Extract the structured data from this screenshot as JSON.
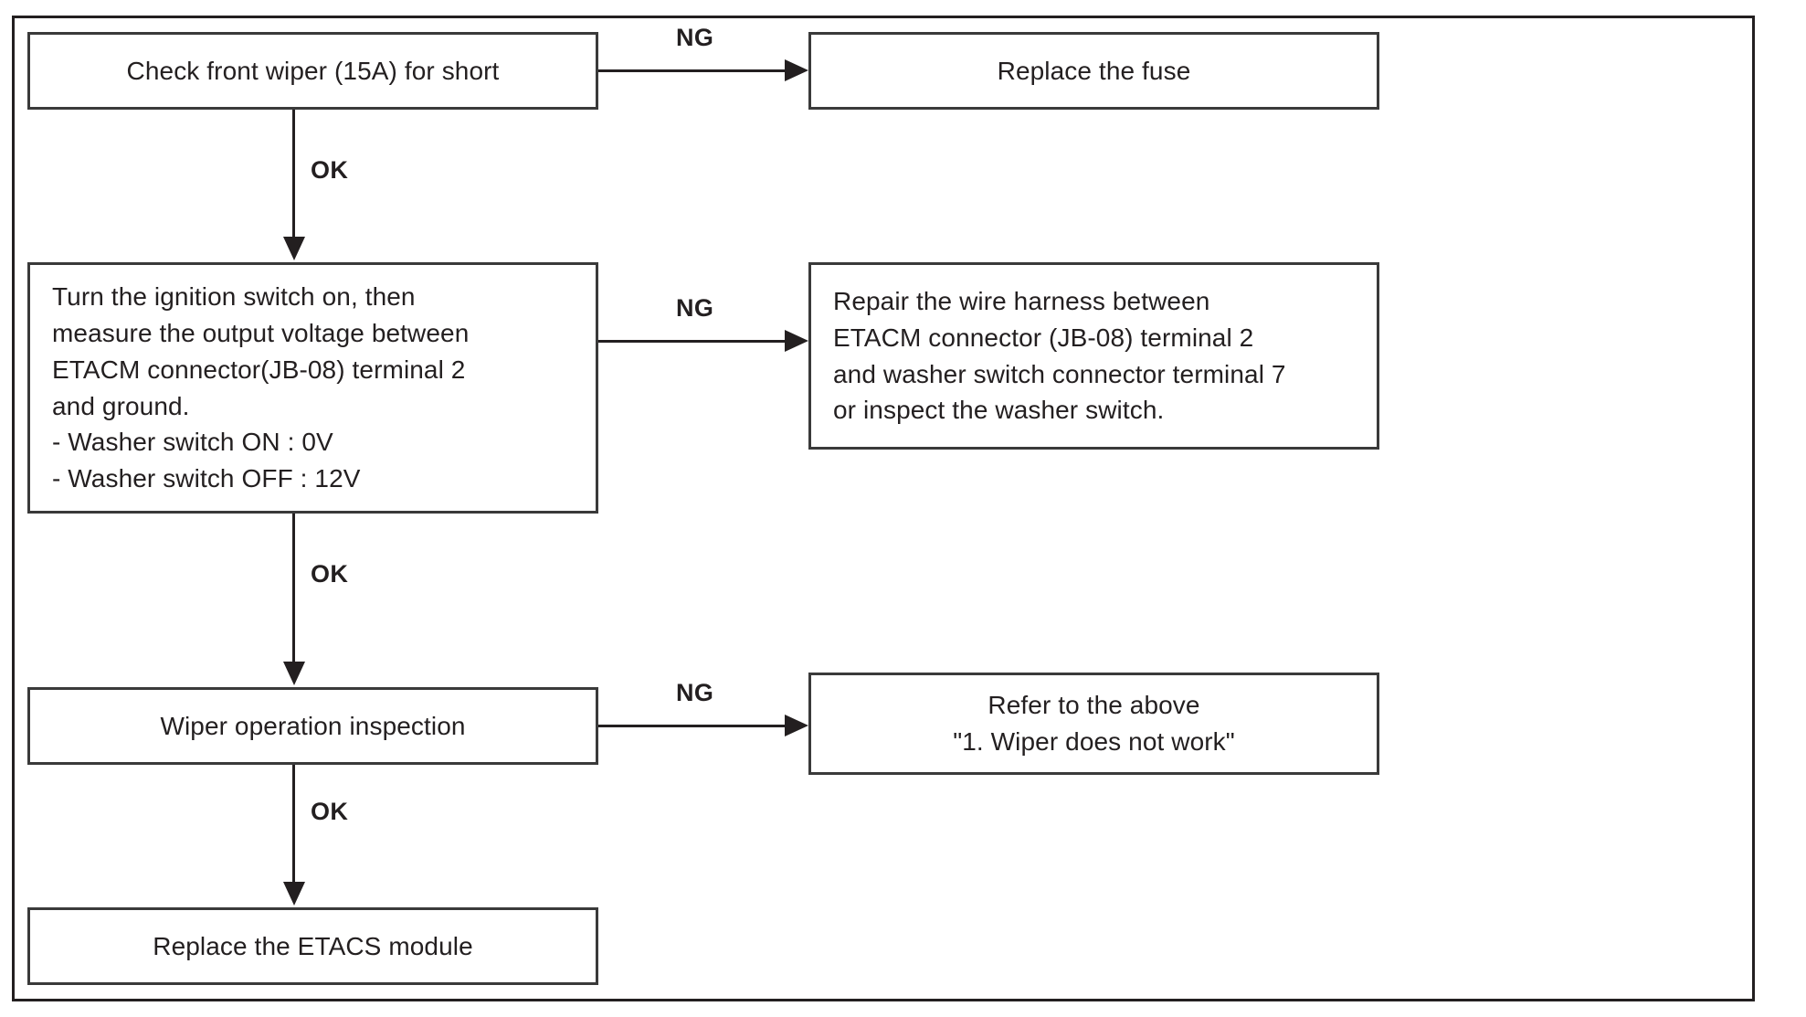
{
  "chart_data": {
    "type": "diagram",
    "title": "",
    "nodes": [
      {
        "id": "n1",
        "label": "Check front wiper (15A) for short"
      },
      {
        "id": "n2",
        "label": "Replace the fuse"
      },
      {
        "id": "n3",
        "label": "Turn the ignition switch on, then\nmeasure the output voltage between\nETACM connector(JB-08) terminal 2\nand ground.\n- Washer switch ON : 0V\n- Washer switch OFF : 12V"
      },
      {
        "id": "n4",
        "label": "Repair the wire harness between\nETACM connector (JB-08) terminal 2\nand washer switch connector terminal 7\nor inspect the washer switch."
      },
      {
        "id": "n5",
        "label": "Wiper operation inspection"
      },
      {
        "id": "n6",
        "label": "Refer to the above\n\"1. Wiper does not work\""
      },
      {
        "id": "n7",
        "label": "Replace the ETACS module"
      }
    ],
    "edges": [
      {
        "from": "n1",
        "to": "n2",
        "label": "NG"
      },
      {
        "from": "n1",
        "to": "n3",
        "label": "OK"
      },
      {
        "from": "n3",
        "to": "n4",
        "label": "NG"
      },
      {
        "from": "n3",
        "to": "n5",
        "label": "OK"
      },
      {
        "from": "n5",
        "to": "n6",
        "label": "NG"
      },
      {
        "from": "n5",
        "to": "n7",
        "label": "OK"
      }
    ]
  },
  "diagram": {
    "boxes": {
      "check_front_wiper": "Check front wiper (15A) for short",
      "replace_the_fuse": "Replace the fuse",
      "measure_output_voltage": "Turn the ignition switch on, then\nmeasure the output voltage between\nETACM connector(JB-08) terminal 2\nand ground.\n- Washer switch ON : 0V\n- Washer switch OFF : 12V",
      "repair_wire_harness": "Repair the wire harness between\nETACM connector (JB-08) terminal 2\nand washer switch connector terminal 7\nor inspect the washer switch.",
      "wiper_operation_inspection": "Wiper operation inspection",
      "refer_to_the_above": "Refer to the above\n\"1. Wiper does not work\"",
      "replace_etacs_module": "Replace the ETACS module"
    },
    "labels": {
      "ng_1": "NG",
      "ok_1": "OK",
      "ng_2": "NG",
      "ok_2": "OK",
      "ng_3": "NG",
      "ok_3": "OK"
    },
    "colors": {
      "line": "#231f20",
      "box_border": "#3a3a3a",
      "background": "#ffffff"
    }
  }
}
